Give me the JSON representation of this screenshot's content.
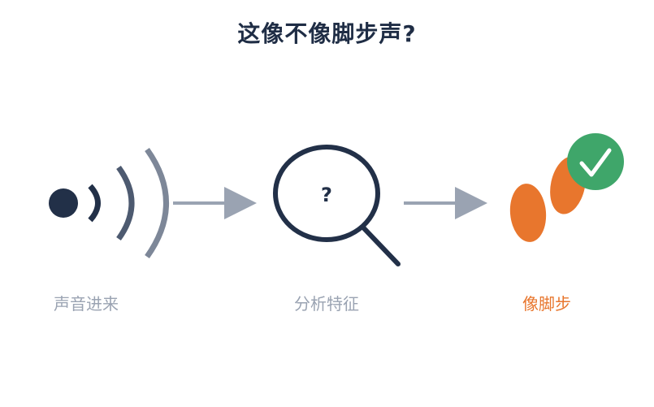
{
  "title": "这像不像脚步声?",
  "steps": [
    {
      "label": "声音进来",
      "icon": "sound-waves-icon"
    },
    {
      "label": "分析特征",
      "icon": "magnifier-question-icon"
    },
    {
      "label": "像脚步",
      "icon": "footprint-check-icon"
    }
  ],
  "magnifier_mark": "?",
  "colors": {
    "dark": "#223048",
    "muted": "#9aa3b2",
    "accent": "#e8762d",
    "check": "#3fa66a"
  }
}
